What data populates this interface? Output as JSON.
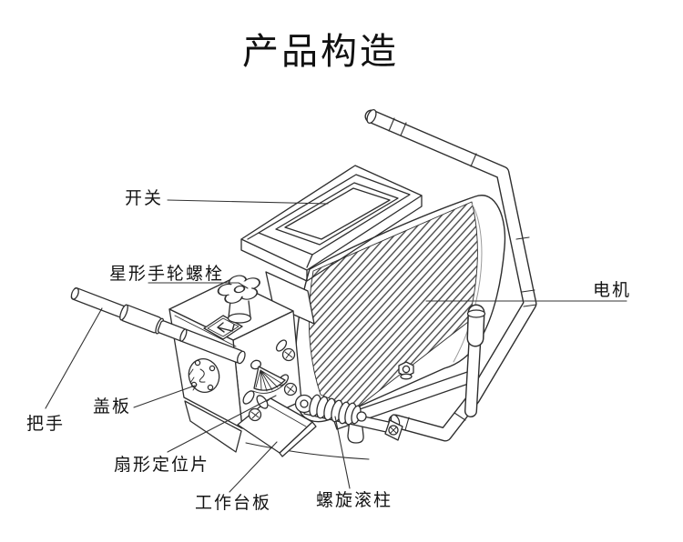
{
  "title": "产品构造",
  "labels": {
    "switch": "开关",
    "star_handwheel_bolt": "星形手轮螺栓",
    "motor": "电机",
    "handle": "把手",
    "cover_plate": "盖板",
    "fan_positioning_piece": "扇形定位片",
    "work_table_plate": "工作台板",
    "spiral_roller": "螺旋滚柱"
  },
  "colors": {
    "line": "#2e2e2e",
    "text": "#141414",
    "background": "#ffffff"
  }
}
